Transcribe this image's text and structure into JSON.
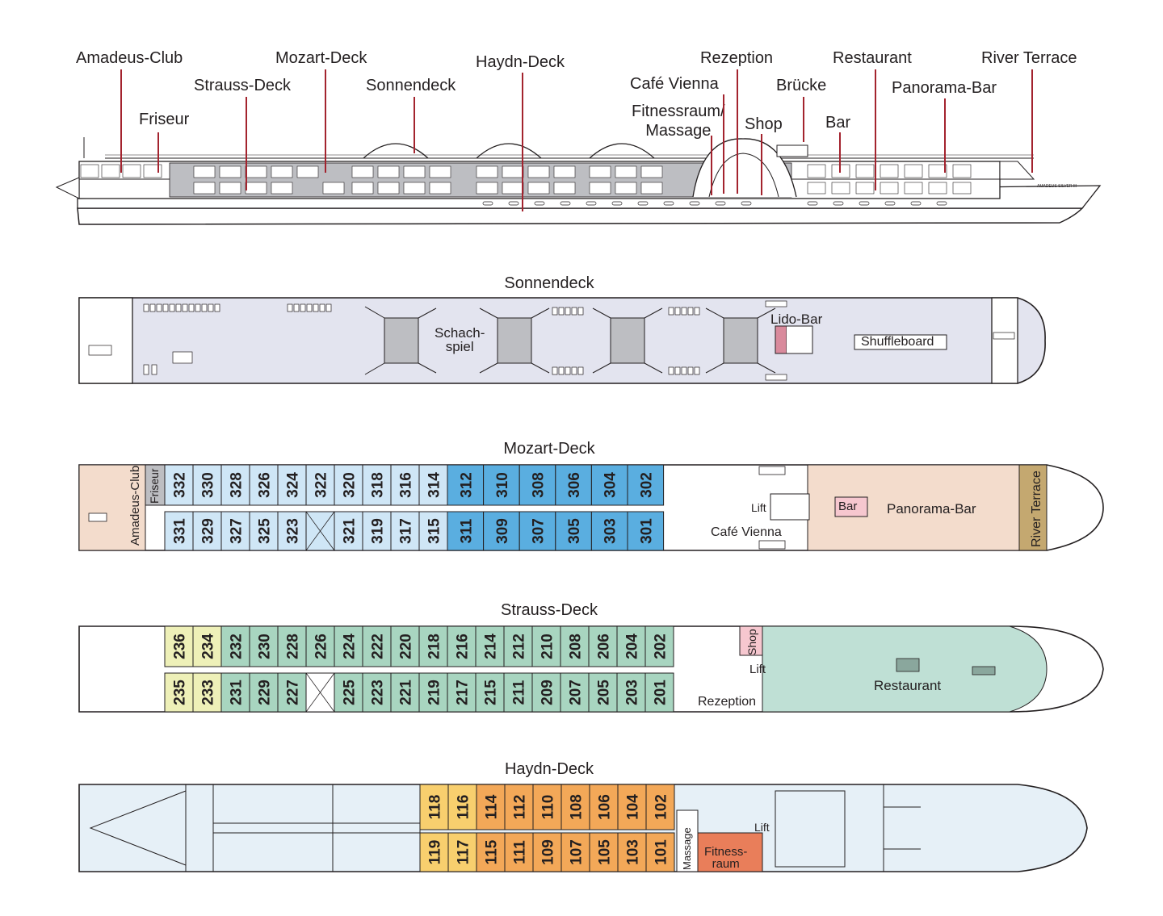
{
  "side_labels": [
    {
      "id": "amadeus-club",
      "text": "Amadeus-Club"
    },
    {
      "id": "friseur",
      "text": "Friseur"
    },
    {
      "id": "strauss-deck",
      "text": "Strauss-Deck"
    },
    {
      "id": "mozart-deck",
      "text": "Mozart-Deck"
    },
    {
      "id": "sonnendeck",
      "text": "Sonnendeck"
    },
    {
      "id": "haydn-deck",
      "text": "Haydn-Deck"
    },
    {
      "id": "fitness",
      "text": "Fitnessraum/\nMassage"
    },
    {
      "id": "cafe-vienna",
      "text": "Café Vienna"
    },
    {
      "id": "rezeption",
      "text": "Rezeption"
    },
    {
      "id": "shop",
      "text": "Shop"
    },
    {
      "id": "bruecke",
      "text": "Brücke"
    },
    {
      "id": "restaurant",
      "text": "Restaurant"
    },
    {
      "id": "bar",
      "text": "Bar"
    },
    {
      "id": "panorama-bar",
      "text": "Panorama-Bar"
    },
    {
      "id": "river-terrace",
      "text": "River Terrace"
    }
  ],
  "ship_name": "AMADEUS SILVER III",
  "decks": {
    "sonnendeck": {
      "title": "Sonnendeck",
      "labels": {
        "schach": "Schach-\nspiel",
        "lido": "Lido-Bar",
        "shuffle": "Shuffleboard"
      }
    },
    "mozart": {
      "title": "Mozart-Deck",
      "top_cabins": [
        "332",
        "330",
        "328",
        "326",
        "324",
        "322",
        "320",
        "318",
        "316",
        "314",
        "312",
        "310",
        "308",
        "306",
        "304",
        "302"
      ],
      "bottom_cabins": [
        "331",
        "329",
        "327",
        "325",
        "323",
        "",
        "321",
        "319",
        "317",
        "315",
        "311",
        "309",
        "307",
        "305",
        "303",
        "301"
      ],
      "labels": {
        "amadeus": "Amadeus-Club",
        "friseur": "Friseur",
        "lift": "Lift",
        "bar": "Bar",
        "panorama": "Panorama-Bar",
        "cafe": "Café Vienna",
        "river": "River Terrace"
      }
    },
    "strauss": {
      "title": "Strauss-Deck",
      "top_cabins": [
        "236",
        "234",
        "232",
        "230",
        "228",
        "226",
        "224",
        "222",
        "220",
        "218",
        "216",
        "214",
        "212",
        "210",
        "208",
        "206",
        "204",
        "202"
      ],
      "bottom_cabins": [
        "235",
        "233",
        "231",
        "229",
        "227",
        "",
        "225",
        "223",
        "221",
        "219",
        "217",
        "215",
        "211",
        "209",
        "207",
        "205",
        "203",
        "201"
      ],
      "labels": {
        "shop": "Shop",
        "lift": "Lift",
        "rezeption": "Rezeption",
        "restaurant": "Restaurant"
      }
    },
    "haydn": {
      "title": "Haydn-Deck",
      "top_cabins": [
        "118",
        "116",
        "114",
        "112",
        "110",
        "108",
        "106",
        "104",
        "102"
      ],
      "bottom_cabins": [
        "119",
        "117",
        "115",
        "111",
        "109",
        "107",
        "105",
        "103",
        "101"
      ],
      "labels": {
        "massage": "Massage",
        "fitness": "Fitness-\nraum",
        "lift": "Lift"
      }
    }
  },
  "colors": {
    "outline": "#231f20",
    "leader": "#a3232e",
    "sun_deck": "#e3e4ef",
    "hull_light": "#e6f0f7",
    "mozart_light": "#cfe6f6",
    "mozart_dark": "#5aaee0",
    "strauss_green": "#a8d5c0",
    "strauss_yellow": "#eef0b8",
    "haydn_yellow": "#f8cf6e",
    "haydn_orange": "#f3a858",
    "fitness": "#e97e5a",
    "lounge": "#f3dccc",
    "restaurant": "#bfe0d5",
    "lido": "#d98a9c",
    "river": "#c4a870",
    "pink": "#f6c7cf"
  }
}
